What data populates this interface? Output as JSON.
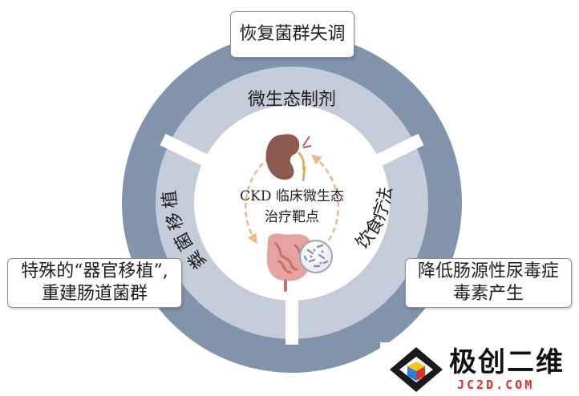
{
  "ring_labels": {
    "top": "微生态制剂",
    "left": "粪菌移植",
    "right": "饮食疗法"
  },
  "center": {
    "line1": "CKD 临床微生态",
    "line2": "治疗靶点"
  },
  "callouts": {
    "top": "恢复菌群失调",
    "left_line1": "特殊的“器官移植”,",
    "left_line2": "重建肠道菌群",
    "right_line1": "降低肠源性尿毒症",
    "right_line2": "毒素产生"
  },
  "watermark": {
    "name": "极创二维",
    "domain": "JC2D.COM"
  },
  "icons": [
    "kidney-icon",
    "intestine-icon",
    "bacteria-icon"
  ],
  "colors": {
    "outer_ring": "#8194ac",
    "inner_ring": "#c3ccd8",
    "arrow": "#e8b98d",
    "kidney": "#8c5a4e",
    "intestine": "#e08c8c",
    "text": "#1e1e1e"
  }
}
